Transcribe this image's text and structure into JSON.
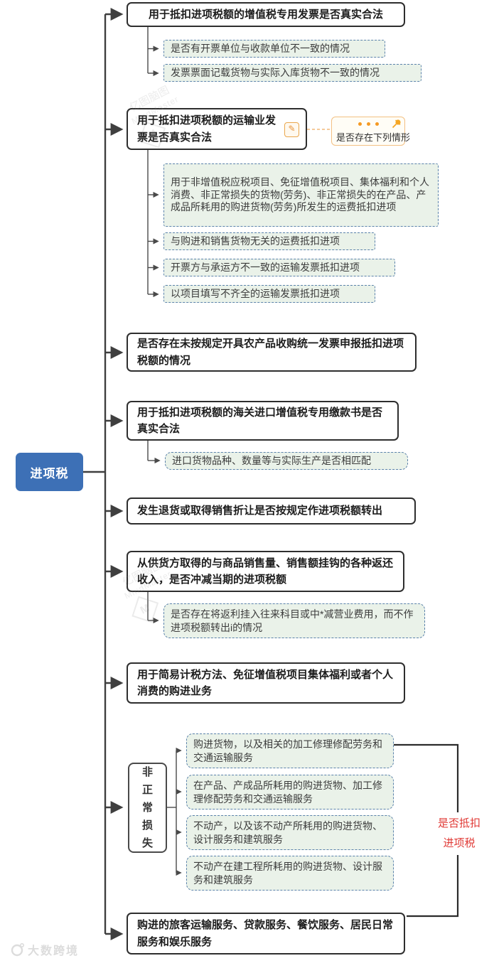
{
  "root": {
    "label": "进项税"
  },
  "branches": [
    {
      "label": "用于抵扣进项税额的增值税专用发票是否真实合法",
      "children": [
        "是否有开票单位与收款单位不一致的情况",
        "发票票面记载货物与实际入库货物不一致的情况"
      ]
    },
    {
      "label": "用于抵扣进项税额的运输业发票是否真实合法",
      "note_label": "是否存在下列情形",
      "children": [
        "用于非增值税应税项目、免征增值税项目、集体福利和个人消费、非正常损失的货物(劳务)、非正常损失的在产品、产成品所耗用的购进货物(劳务)所发生的运费抵扣进项",
        "与购进和销售货物无关的运费抵扣进项",
        "开票方与承运方不一致的运输发票抵扣进项",
        "以项目填写不齐全的运输发票抵扣进项"
      ]
    },
    {
      "label": "是否存在未按规定开具农产品收购统一发票申报抵扣进项税额的情况",
      "children": []
    },
    {
      "label": "用于抵扣进项税额的海关进口增值税专用缴款书是否真实合法",
      "children": [
        "进口货物品种、数量等与实际生产是否相匹配"
      ]
    },
    {
      "label": "发生退货或取得销售折让是否按规定作进项税额转出",
      "children": []
    },
    {
      "label": "从供货方取得的与商品销售量、销售额挂钩的各种返还收入，是否冲减当期的进项税额",
      "children": [
        "是否存在将返利挂入往来科目或中*减营业费用，而不作进项税额转出i的情况"
      ]
    },
    {
      "label": "用于简易计税方法、免征增值税项目集体福利或者个人消费的购进业务",
      "children": []
    },
    {
      "label": "非正常损失",
      "children": [
        "购进货物，以及相关的加工修理修配劳务和交通运输服务",
        "在产品、产成品所耗用的购进货物、加工修理修配劳务和交通运输服务",
        "不动产，以及该不动产所耗用的购进货物、设计服务和建筑服务",
        "不动产在建工程所耗用的购进货物、设计服务和建筑服务"
      ]
    },
    {
      "label": "购进的旅客运输服务、贷款服务、餐饮服务、居民日常服务和娱乐服务",
      "children": []
    }
  ],
  "annotation": {
    "line1": "是否抵扣",
    "line2": "进项税"
  },
  "icons": {
    "note_glyph": "✎",
    "diamond_letter": "M"
  },
  "watermark": {
    "brand_cn": "亿图脑图",
    "brand_en": "MindMaster",
    "footer": "大数跨境"
  },
  "colors": {
    "root_bg": "#3d70b6",
    "node_border": "#2e2e2e",
    "sub_bg": "#eaf2e9",
    "sub_border": "#5b82ab",
    "orange_accent": "#f59a23",
    "annotation_red": "#e03a36"
  }
}
